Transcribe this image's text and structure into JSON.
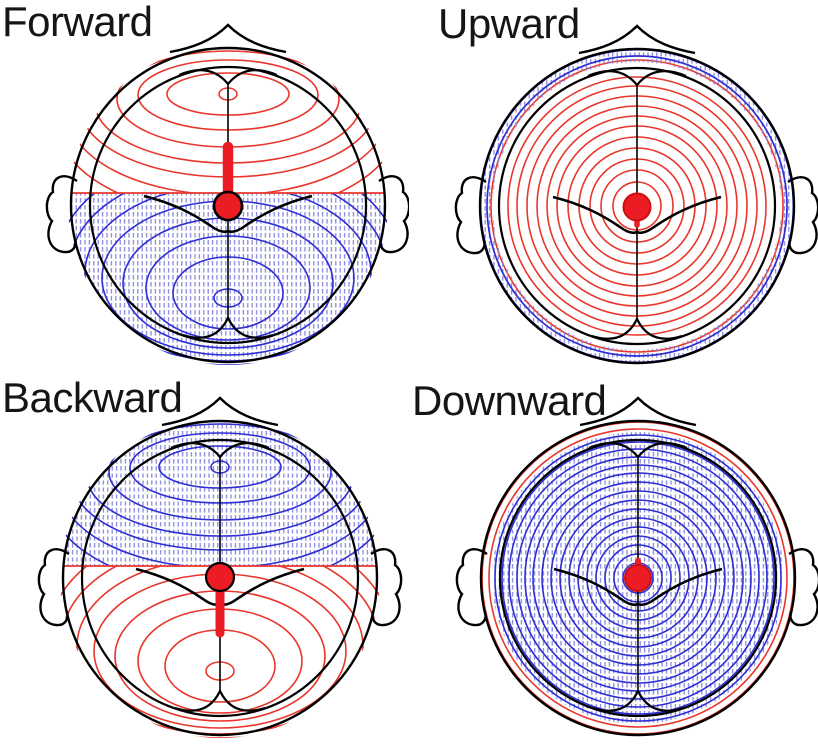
{
  "figure": {
    "background": "#ffffff",
    "description": "Four EEG scalp topography head maps (top view, nose up) showing dipole potential patterns"
  },
  "colors": {
    "positive_contour": "#e8362b",
    "negative_contour": "#2e2ed2",
    "negative_hatch": "#8585de",
    "dipole": "#ec1c24",
    "outline": "#000000",
    "title_text": "#151515",
    "background": "#ffffff"
  },
  "panels": [
    {
      "id": "forward",
      "label": "Forward",
      "type": "tangential",
      "positive_region": "front",
      "negative_region": "back",
      "stem": "up",
      "marker": "red dipole dot with thick stem pointing toward nose"
    },
    {
      "id": "upward",
      "label": "Upward",
      "type": "radial",
      "positive_region": "center",
      "negative_region": "rim",
      "stem": "out",
      "marker": "red dipole dot with small nub, concentric positive rings"
    },
    {
      "id": "backward",
      "label": "Backward",
      "type": "tangential",
      "positive_region": "back",
      "negative_region": "front",
      "stem": "down",
      "marker": "red dipole dot with stem pointing toward occiput"
    },
    {
      "id": "downward",
      "label": "Downward",
      "type": "radial",
      "positive_region": "rim",
      "negative_region": "center",
      "stem": "in",
      "marker": "red dipole dot with small nub, concentric negative rings"
    }
  ]
}
